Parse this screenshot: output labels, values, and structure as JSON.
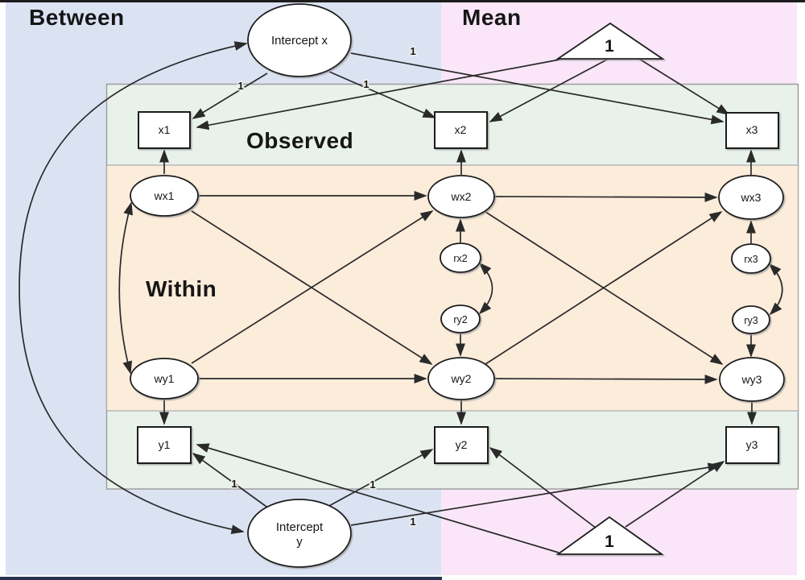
{
  "diagram": {
    "regions": {
      "between": "Between",
      "mean": "Mean",
      "observed": "Observed",
      "within": "Within"
    },
    "nodes": {
      "intercept_x": "Intercept x",
      "intercept_y_line1": "Intercept",
      "intercept_y_line2": "y",
      "const_top": "1",
      "const_bottom": "1",
      "x1": "x1",
      "x2": "x2",
      "x3": "x3",
      "y1": "y1",
      "y2": "y2",
      "y3": "y3",
      "wx1": "wx1",
      "wx2": "wx2",
      "wx3": "wx3",
      "wy1": "wy1",
      "wy2": "wy2",
      "wy3": "wy3",
      "rx2": "rx2",
      "ry2": "ry2",
      "rx3": "rx3",
      "ry3": "ry3"
    },
    "edge_labels": {
      "intercept_x_x1": "1",
      "intercept_x_x2": "1",
      "intercept_x_x3": "1",
      "intercept_y_y1": "1",
      "intercept_y_y2": "1",
      "intercept_y_y3": "1"
    },
    "edges": [
      {
        "from": "intercept_x",
        "to": "x1",
        "label": "1",
        "type": "loading"
      },
      {
        "from": "intercept_x",
        "to": "x2",
        "label": "1",
        "type": "loading"
      },
      {
        "from": "intercept_x",
        "to": "x3",
        "label": "1",
        "type": "loading"
      },
      {
        "from": "const_top",
        "to": "x1",
        "type": "mean"
      },
      {
        "from": "const_top",
        "to": "x2",
        "type": "mean"
      },
      {
        "from": "const_top",
        "to": "x3",
        "type": "mean"
      },
      {
        "from": "intercept_y",
        "to": "y1",
        "label": "1",
        "type": "loading"
      },
      {
        "from": "intercept_y",
        "to": "y2",
        "label": "1",
        "type": "loading"
      },
      {
        "from": "intercept_y",
        "to": "y3",
        "label": "1",
        "type": "loading"
      },
      {
        "from": "const_bottom",
        "to": "y1",
        "type": "mean"
      },
      {
        "from": "const_bottom",
        "to": "y2",
        "type": "mean"
      },
      {
        "from": "const_bottom",
        "to": "y3",
        "type": "mean"
      },
      {
        "from": "wx1",
        "to": "x1",
        "type": "measurement"
      },
      {
        "from": "wx2",
        "to": "x2",
        "type": "measurement"
      },
      {
        "from": "wx3",
        "to": "x3",
        "type": "measurement"
      },
      {
        "from": "wy1",
        "to": "y1",
        "type": "measurement"
      },
      {
        "from": "wy2",
        "to": "y2",
        "type": "measurement"
      },
      {
        "from": "wy3",
        "to": "y3",
        "type": "measurement"
      },
      {
        "from": "wx1",
        "to": "wx2",
        "type": "autoregressive"
      },
      {
        "from": "wx2",
        "to": "wx3",
        "type": "autoregressive"
      },
      {
        "from": "wy1",
        "to": "wy2",
        "type": "autoregressive"
      },
      {
        "from": "wy2",
        "to": "wy3",
        "type": "autoregressive"
      },
      {
        "from": "wx1",
        "to": "wy2",
        "type": "cross-lagged"
      },
      {
        "from": "wy1",
        "to": "wx2",
        "type": "cross-lagged"
      },
      {
        "from": "wx2",
        "to": "wy3",
        "type": "cross-lagged"
      },
      {
        "from": "wy2",
        "to": "wx3",
        "type": "cross-lagged"
      },
      {
        "from": "rx2",
        "to": "wx2",
        "type": "residual"
      },
      {
        "from": "ry2",
        "to": "wy2",
        "type": "residual"
      },
      {
        "from": "rx3",
        "to": "wx3",
        "type": "residual"
      },
      {
        "from": "ry3",
        "to": "wy3",
        "type": "residual"
      },
      {
        "from": "wx1",
        "to": "wy1",
        "type": "covariance"
      },
      {
        "from": "rx2",
        "to": "ry2",
        "type": "covariance"
      },
      {
        "from": "rx3",
        "to": "ry3",
        "type": "covariance"
      },
      {
        "from": "intercept_x",
        "to": "intercept_y",
        "type": "covariance"
      }
    ]
  },
  "colors": {
    "between-bg": "#dbe3f3",
    "mean-bg": "#fae6f8",
    "observed-bg": "#e9f2ea",
    "within-bg": "#fcecda",
    "band-border": "#9e9e9e",
    "edge-color": "#2a2a2a",
    "top-border": "#1c1c1c",
    "bottom-line": "#27314e"
  }
}
